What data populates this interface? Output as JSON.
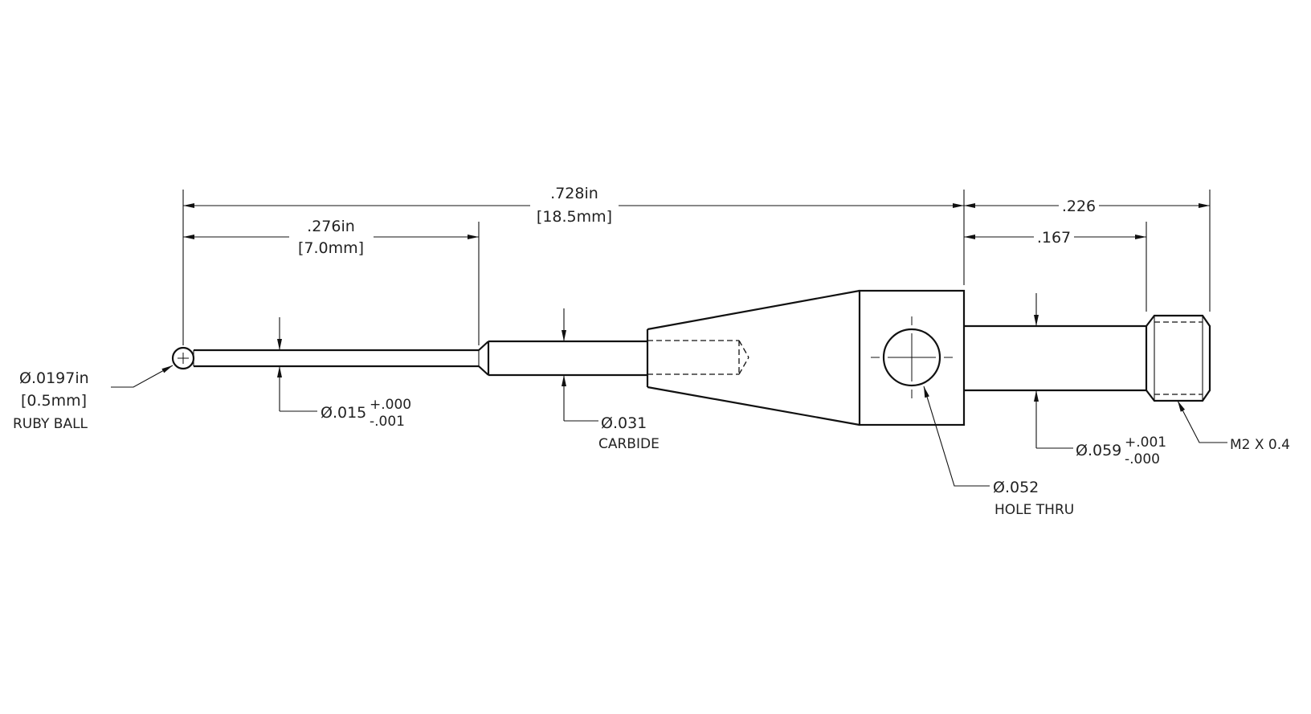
{
  "dimensions": {
    "overall_length": {
      "inches": ".728in",
      "mm": "[18.5mm]"
    },
    "stylus_length": {
      "inches": ".276in",
      "mm": "[7.0mm]"
    },
    "thread_section_length": ".226",
    "shank_length": ".167"
  },
  "callouts": {
    "ruby_ball": {
      "diameter": "Ø.0197in",
      "mm": "[0.5mm]",
      "note": "RUBY BALL"
    },
    "stylus_diameter": {
      "diameter": "Ø.015",
      "tol_plus": "+.000",
      "tol_minus": "-.001"
    },
    "carbide_diameter": {
      "diameter": "Ø.031",
      "note": "CARBIDE"
    },
    "hole": {
      "diameter": "Ø.052",
      "note": "HOLE THRU"
    },
    "shank_diameter": {
      "diameter": "Ø.059",
      "tol_plus": "+.001",
      "tol_minus": "-.000"
    },
    "thread": {
      "spec": "M2 X 0.4"
    }
  }
}
